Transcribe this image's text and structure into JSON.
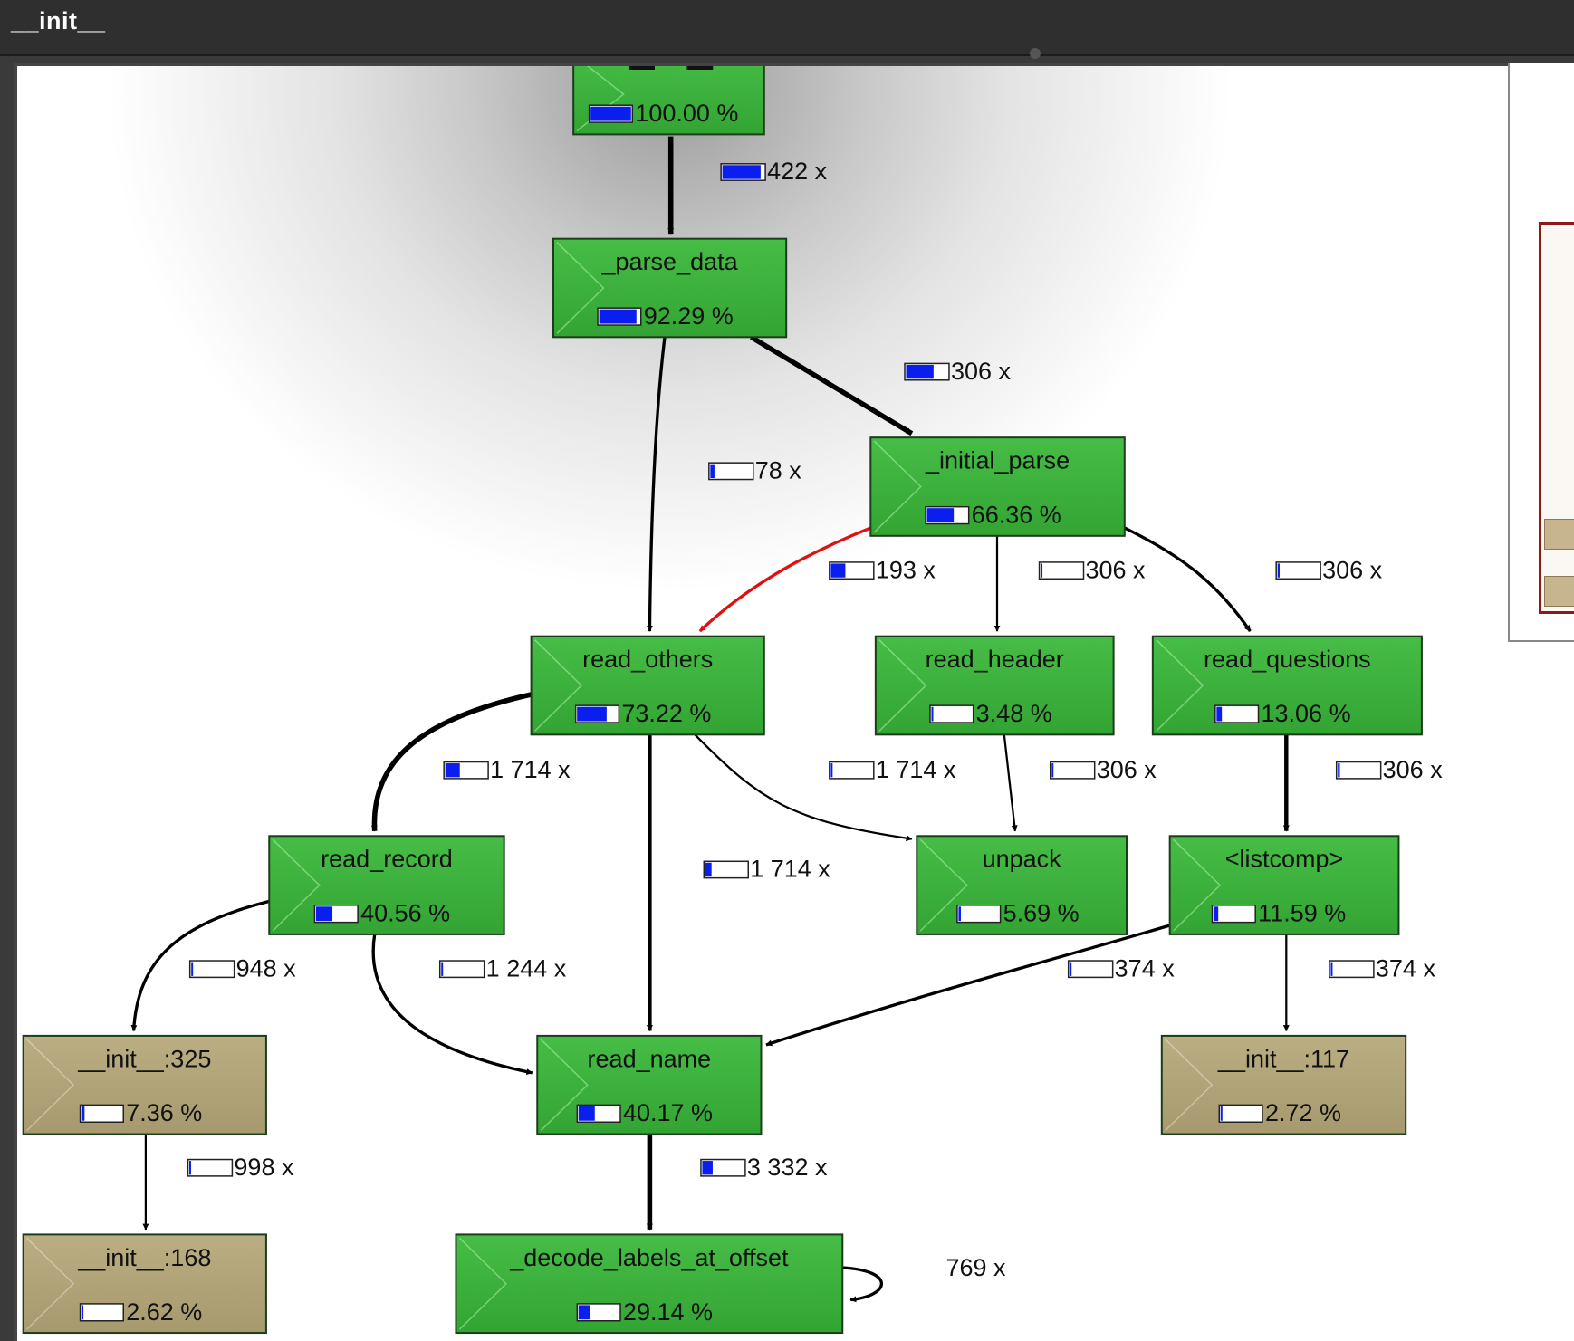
{
  "window": {
    "title": "__init__"
  },
  "colors": {
    "green_node": "#3cb13c",
    "tan_node": "#b3a579",
    "bar_fill": "#0a1ef0",
    "edge": "#000000",
    "highlight_edge": "#e01010"
  },
  "nodes": [
    {
      "id": "root",
      "name": "",
      "percent": "100.00 %",
      "fraction": 1.0,
      "kind": "green"
    },
    {
      "id": "parse_data",
      "name": "_parse_data",
      "percent": "92.29 %",
      "fraction": 0.9229,
      "kind": "green"
    },
    {
      "id": "initial_parse",
      "name": "_initial_parse",
      "percent": "66.36 %",
      "fraction": 0.6636,
      "kind": "green"
    },
    {
      "id": "read_others",
      "name": "read_others",
      "percent": "73.22 %",
      "fraction": 0.7322,
      "kind": "green"
    },
    {
      "id": "read_header",
      "name": "read_header",
      "percent": "3.48 %",
      "fraction": 0.0348,
      "kind": "green"
    },
    {
      "id": "read_questions",
      "name": "read_questions",
      "percent": "13.06 %",
      "fraction": 0.1306,
      "kind": "green"
    },
    {
      "id": "read_record",
      "name": "read_record",
      "percent": "40.56 %",
      "fraction": 0.4056,
      "kind": "green"
    },
    {
      "id": "unpack",
      "name": "unpack",
      "percent": "5.69 %",
      "fraction": 0.0569,
      "kind": "green"
    },
    {
      "id": "listcomp",
      "name": "<listcomp>",
      "percent": "11.59 %",
      "fraction": 0.1159,
      "kind": "green"
    },
    {
      "id": "init325",
      "name": "__init__:325",
      "percent": "7.36 %",
      "fraction": 0.0736,
      "kind": "tan"
    },
    {
      "id": "read_name",
      "name": "read_name",
      "percent": "40.17 %",
      "fraction": 0.4017,
      "kind": "green"
    },
    {
      "id": "init117",
      "name": "__init__:117",
      "percent": "2.72 %",
      "fraction": 0.0272,
      "kind": "tan"
    },
    {
      "id": "init168",
      "name": "__init__:168",
      "percent": "2.62 %",
      "fraction": 0.0262,
      "kind": "tan"
    },
    {
      "id": "decode",
      "name": "_decode_labels_at_offset",
      "percent": "29.14 %",
      "fraction": 0.2914,
      "kind": "green"
    }
  ],
  "edges": [
    {
      "id": "e_root_parse",
      "from": "root",
      "to": "parse_data",
      "calls": "422 x",
      "fraction": 0.92,
      "highlight": false
    },
    {
      "id": "e_parse_initial",
      "from": "parse_data",
      "to": "initial_parse",
      "calls": "306 x",
      "fraction": 0.66,
      "highlight": false
    },
    {
      "id": "e_parse_others",
      "from": "parse_data",
      "to": "read_others",
      "calls": "78 x",
      "fraction": 0.1,
      "highlight": false
    },
    {
      "id": "e_initial_others",
      "from": "initial_parse",
      "to": "read_others",
      "calls": "193 x",
      "fraction": 0.35,
      "highlight": true
    },
    {
      "id": "e_initial_header",
      "from": "initial_parse",
      "to": "read_header",
      "calls": "306 x",
      "fraction": 0.03,
      "highlight": false
    },
    {
      "id": "e_initial_questions",
      "from": "initial_parse",
      "to": "read_questions",
      "calls": "306 x",
      "fraction": 0.05,
      "highlight": false
    },
    {
      "id": "e_others_record",
      "from": "read_others",
      "to": "read_record",
      "calls": "1 714 x",
      "fraction": 0.35,
      "highlight": false
    },
    {
      "id": "e_others_unpack",
      "from": "read_others",
      "to": "unpack",
      "calls": "1 714 x",
      "fraction": 0.02,
      "highlight": false
    },
    {
      "id": "e_header_unpack",
      "from": "read_header",
      "to": "unpack",
      "calls": "306 x",
      "fraction": 0.02,
      "highlight": false
    },
    {
      "id": "e_questions_listcomp",
      "from": "read_questions",
      "to": "listcomp",
      "calls": "306 x",
      "fraction": 0.05,
      "highlight": false
    },
    {
      "id": "e_others_name",
      "from": "read_others",
      "to": "read_name",
      "calls": "1 714 x",
      "fraction": 0.15,
      "highlight": false
    },
    {
      "id": "e_record_init325",
      "from": "read_record",
      "to": "init325",
      "calls": "948 x",
      "fraction": 0.03,
      "highlight": false
    },
    {
      "id": "e_record_name",
      "from": "read_record",
      "to": "read_name",
      "calls": "1 244 x",
      "fraction": 0.03,
      "highlight": false
    },
    {
      "id": "e_listcomp_name",
      "from": "listcomp",
      "to": "read_name",
      "calls": "374 x",
      "fraction": 0.03,
      "highlight": false
    },
    {
      "id": "e_listcomp_init117",
      "from": "listcomp",
      "to": "init117",
      "calls": "374 x",
      "fraction": 0.03,
      "highlight": false
    },
    {
      "id": "e_init325_init168",
      "from": "init325",
      "to": "init168",
      "calls": "998 x",
      "fraction": 0.02,
      "highlight": false
    },
    {
      "id": "e_name_decode",
      "from": "read_name",
      "to": "decode",
      "calls": "3 332 x",
      "fraction": 0.25,
      "highlight": false
    },
    {
      "id": "e_decode_self",
      "from": "decode",
      "to": "decode",
      "calls": "769 x",
      "fraction": null,
      "highlight": false
    }
  ]
}
